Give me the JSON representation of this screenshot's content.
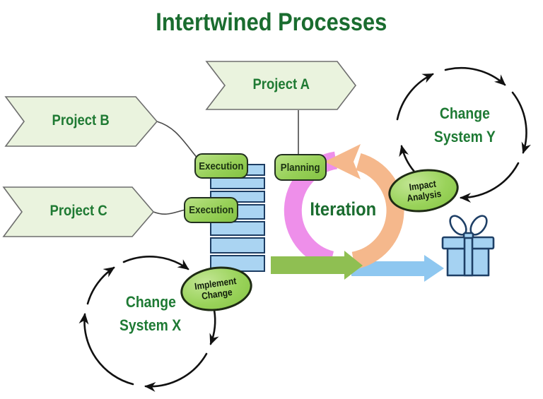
{
  "title": "Intertwined Processes",
  "banners": {
    "a": "Project A",
    "b": "Project B",
    "c": "Project C"
  },
  "process_labels": {
    "planning": "Planning",
    "execution_top": "Execution",
    "execution_bottom": "Execution"
  },
  "ellipse_labels": {
    "implement_change": {
      "line1": "Implement",
      "line2": "Change"
    },
    "impact_analysis": {
      "line1": "Impact",
      "line2": "Analysis"
    }
  },
  "iteration_label": "Iteration",
  "cycles": {
    "system_x": {
      "line1": "Change",
      "line2": "System X"
    },
    "system_y": {
      "line1": "Change",
      "line2": "System Y"
    }
  },
  "icons": {
    "gift": "gift-icon"
  },
  "colors": {
    "title_green": "#1a6c2f",
    "banner_fill": "#eaf3de",
    "banner_border": "#6e6e6e",
    "label_green_fill": "#97d058",
    "label_border": "#223020",
    "stack_blue": "#aad4f2",
    "stack_border": "#1d3d63",
    "pink_arc": "#ee8fea",
    "orange_arc": "#f5b88c",
    "green_arrow": "#8fbf52",
    "blue_arrow": "#8ec7f0",
    "cycle_stroke": "#111111",
    "gift_blue": "#a5d2f2",
    "gift_border": "#1e3f66"
  }
}
